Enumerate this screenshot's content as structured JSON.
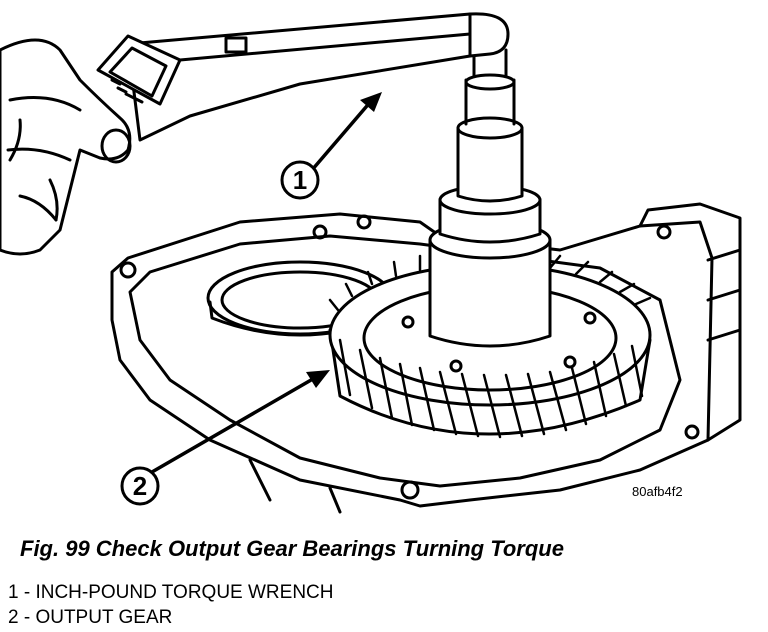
{
  "figure": {
    "reference_code": "80afb4f2",
    "callouts": [
      {
        "number": "1"
      },
      {
        "number": "2"
      }
    ]
  },
  "caption": "Fig. 99 Check Output Gear Bearings Turning Torque",
  "legend": [
    "1 - INCH-POUND TORQUE WRENCH",
    "2 - OUTPUT GEAR"
  ]
}
